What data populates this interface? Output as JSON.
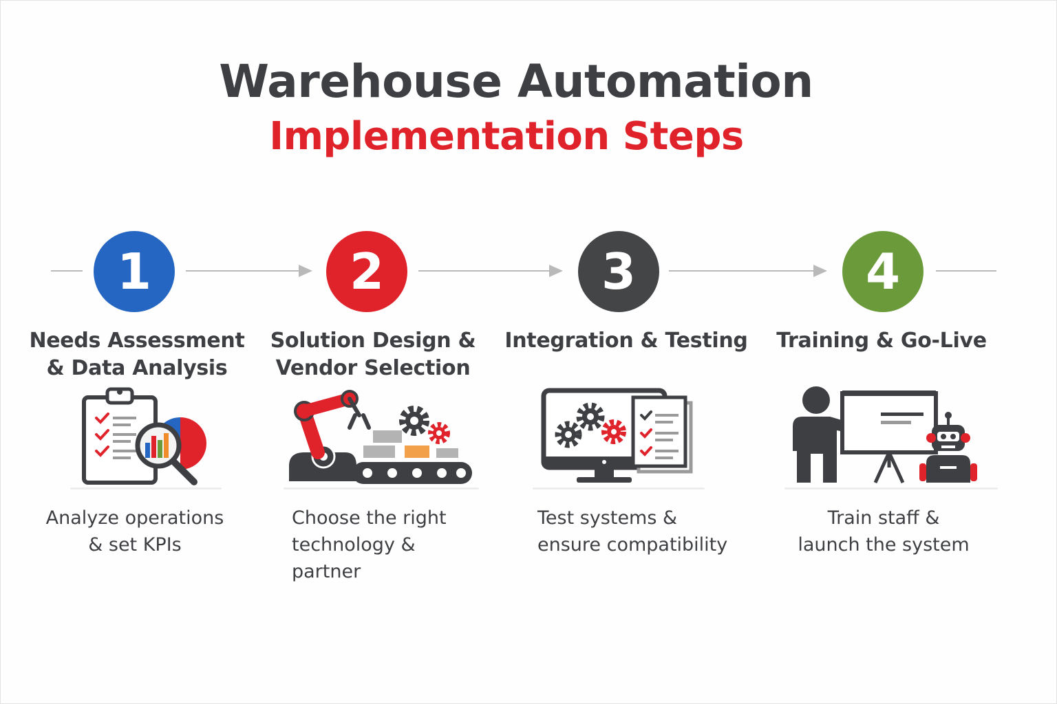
{
  "title": "Warehouse Automation",
  "subtitle": "Implementation Steps",
  "colors": {
    "step1": "#2566c2",
    "step2": "#e0222b",
    "step3": "#444547",
    "step4": "#6b9a3a",
    "dark": "#3d3f42",
    "accent": "#e0222b"
  },
  "steps": [
    {
      "number": "1",
      "title": [
        "Needs Assessment",
        "& Data Analysis"
      ],
      "description": [
        "Analyze operations",
        "& set KPIs"
      ],
      "icon": "clipboard-magnifier-chart-icon"
    },
    {
      "number": "2",
      "title": [
        "Solution Design &",
        "Vendor Selection"
      ],
      "description": [
        "Choose the right",
        "technology & partner"
      ],
      "icon": "robotic-arm-conveyor-icon"
    },
    {
      "number": "3",
      "title": [
        "Integration & Testing"
      ],
      "description": [
        "Test systems &",
        "ensure compatibility"
      ],
      "icon": "monitor-gears-checklist-icon"
    },
    {
      "number": "4",
      "title": [
        "Training & Go-Live"
      ],
      "description": [
        "Train staff &",
        "launch the system"
      ],
      "icon": "presenter-robot-icon"
    }
  ]
}
